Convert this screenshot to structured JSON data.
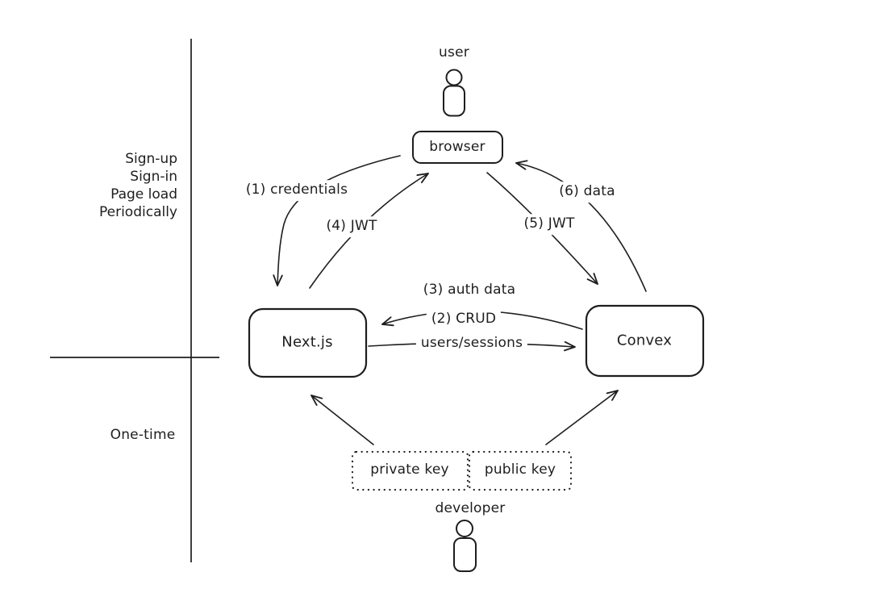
{
  "diagram": {
    "colors": {
      "ink": "#1e1e1e",
      "background": "#ffffff"
    },
    "actors": {
      "user": {
        "label": "user"
      },
      "developer": {
        "label": "developer"
      }
    },
    "nodes": {
      "browser": {
        "label": "browser"
      },
      "nextjs": {
        "label": "Next.js"
      },
      "convex": {
        "label": "Convex"
      },
      "private_key": {
        "label": "private key"
      },
      "public_key": {
        "label": "public key"
      }
    },
    "edges": {
      "credentials": {
        "label": "(1) credentials"
      },
      "crud": {
        "label": "(2) CRUD",
        "sublabel": "users/sessions"
      },
      "auth_data": {
        "label": "(3) auth data"
      },
      "jwt_to_browser": {
        "label": "(4) JWT"
      },
      "jwt_to_convex": {
        "label": "(5) JWT"
      },
      "data": {
        "label": "(6) data"
      }
    },
    "timing": {
      "repeated": [
        "Sign-up",
        "Sign-in",
        "Page load",
        "Periodically"
      ],
      "one_time": "One-time"
    }
  }
}
